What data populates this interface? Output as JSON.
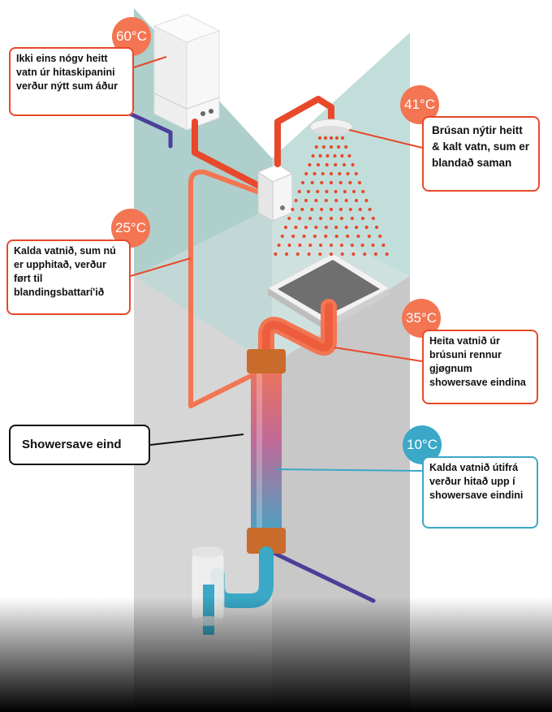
{
  "colors": {
    "hot": "#e8492b",
    "warm": "#f37552",
    "cold": "#3aa8c6",
    "waste": "#4b3f9a",
    "wall": "#b7d9d6",
    "collar": "#c96b2a"
  },
  "icons": [
    "boiler-icon",
    "mixer-icon",
    "shower-head-icon",
    "shower-tray-icon",
    "showersave-unit-icon",
    "drain-trap-icon"
  ],
  "labels": {
    "boiler": {
      "temp": "60°C",
      "text": "Ikki eins nógv heitt vatn úr hitaskipanini verður nýtt sum áður"
    },
    "shower": {
      "temp": "41°C",
      "text": "Brúsan nýtir heitt & kalt vatn, sum er blandað saman"
    },
    "preheated": {
      "temp": "25°C",
      "text": "Kalda vatnið, sum nú er upphitað, verður ført til blandingsbattarí'ið"
    },
    "drain": {
      "temp": "35°C",
      "text": "Heita vatnið úr brúsuni rennur gjøgnum showersave eindina"
    },
    "incoming": {
      "temp": "10°C",
      "text": "Kalda vatnið útifrá verður hitað upp í showersave eindini"
    },
    "unit": {
      "text": "Showersave eind"
    }
  }
}
